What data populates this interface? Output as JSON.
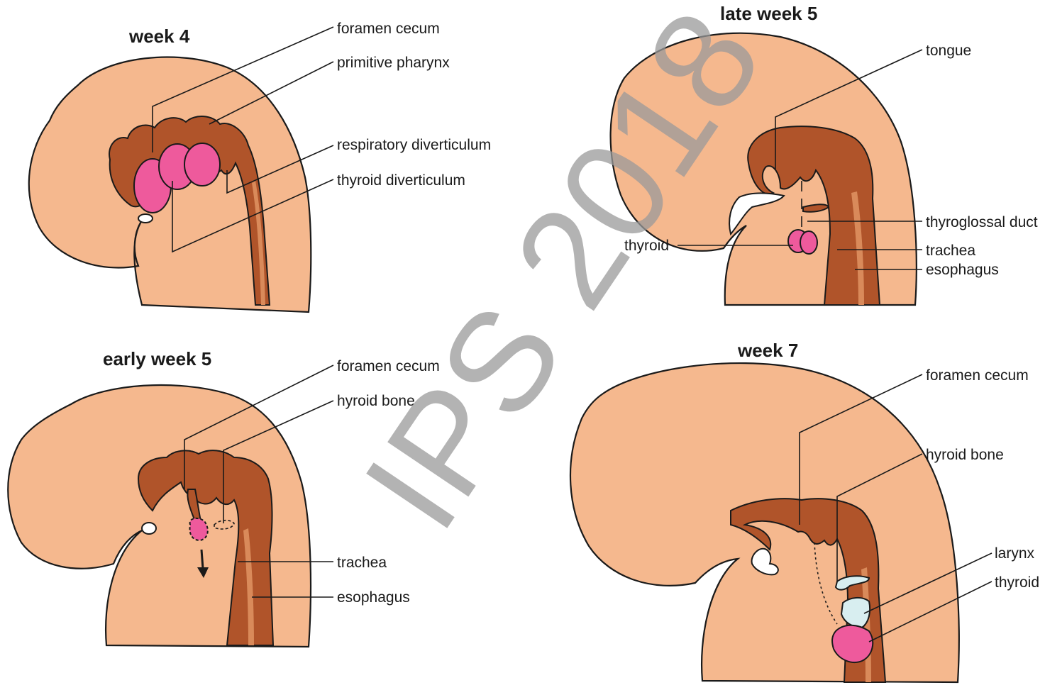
{
  "panels": {
    "week4": {
      "title": "week 4",
      "labels": {
        "foramen_cecum": "foramen cecum",
        "primitive_pharynx": "primitive pharynx",
        "respiratory_diverticulum": "respiratory diverticulum",
        "thyroid_diverticulum": "thyroid diverticulum"
      }
    },
    "late_week5": {
      "title": "late week 5",
      "labels": {
        "tongue": "tongue",
        "thyroglossal_duct": "thyroglossal duct",
        "thyroid": "thyroid",
        "trachea": "trachea",
        "esophagus": "esophagus"
      }
    },
    "early_week5": {
      "title": "early week 5",
      "labels": {
        "foramen_cecum": "foramen cecum",
        "hyroid_bone": "hyroid bone",
        "trachea": "trachea",
        "esophagus": "esophagus"
      }
    },
    "week7": {
      "title": "week 7",
      "labels": {
        "foramen_cecum": "foramen cecum",
        "hyroid_bone": "hyroid bone",
        "larynx": "larynx",
        "thyroid": "thyroid"
      }
    }
  },
  "watermark": "IPS 2018",
  "colors": {
    "embryo_skin": "#f5b88e",
    "gut_tube": "#b0542a",
    "thyroid": "#ee5a9c",
    "cartilage": "#d8eef0"
  }
}
